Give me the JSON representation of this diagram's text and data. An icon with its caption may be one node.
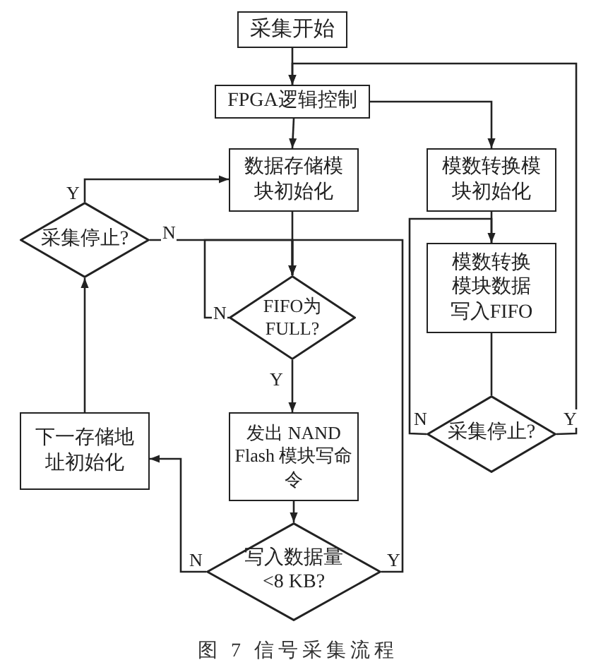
{
  "diagram": {
    "caption": "图 7 信号采集流程",
    "nodes": [
      {
        "text": [
          "采集开始"
        ]
      },
      {
        "text": [
          "FPGA逻辑控制"
        ]
      },
      {
        "text": [
          "数据存储模块初始化"
        ]
      },
      {
        "text": [
          "模数转换模块初始化"
        ]
      },
      {
        "text": [
          "采集停止?"
        ]
      },
      {
        "text": [
          "FIFO为 FULL?"
        ]
      },
      {
        "text": [
          "模数转换模块数据写入FIFO"
        ]
      },
      {
        "text": [
          "下一存储地址初始化"
        ]
      },
      {
        "text": [
          "发出 NAND Flash 模块写命令"
        ]
      },
      {
        "text": [
          "采集停止?"
        ]
      },
      {
        "text": [
          "写入数据量 <8 KB?"
        ]
      }
    ],
    "edges": [
      {
        "from": 0,
        "to": 1,
        "arrow": "to"
      },
      {
        "from": 1,
        "to": 2,
        "arrow": "to"
      },
      {
        "from": 1,
        "to": 3,
        "arrow": "to"
      },
      {
        "from": 2,
        "to": 5,
        "arrow": "to"
      },
      {
        "from": 4,
        "to": 2,
        "arrow": "to",
        "label": "Y"
      },
      {
        "from": 4,
        "to": 5,
        "arrow": "to",
        "label": "N"
      },
      {
        "from": 5,
        "to": 5,
        "arrow": "to",
        "label": "N"
      },
      {
        "from": 5,
        "to": 8,
        "arrow": "to",
        "label": "Y"
      },
      {
        "from": 8,
        "to": 10,
        "arrow": "to"
      },
      {
        "from": 10,
        "to": 7,
        "arrow": "to",
        "label": "N"
      },
      {
        "from": 10,
        "to": 5,
        "arrow": "to",
        "label": "Y"
      },
      {
        "from": 7,
        "to": 4,
        "arrow": "to"
      },
      {
        "from": 3,
        "to": 6,
        "arrow": "none"
      },
      {
        "from": 6,
        "to": 9,
        "arrow": "none"
      },
      {
        "from": 9,
        "to": 6,
        "arrow": "to",
        "label": "N"
      },
      {
        "from": 9,
        "to": 1,
        "arrow": "to",
        "label": "Y"
      }
    ]
  }
}
